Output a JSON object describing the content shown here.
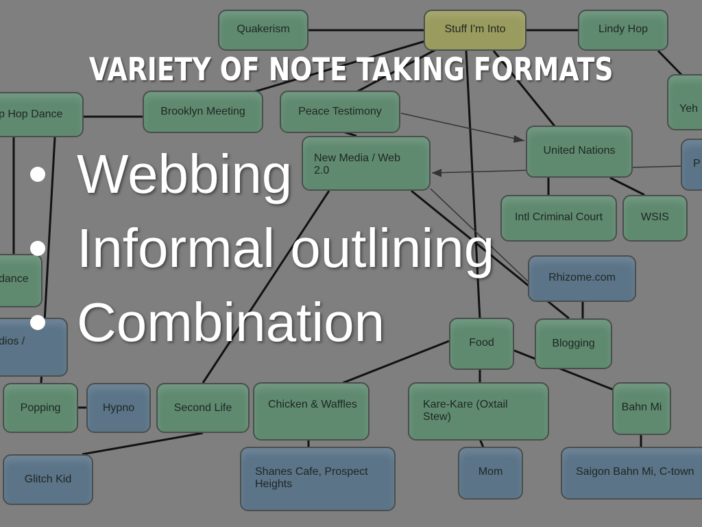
{
  "slide": {
    "title": "VARIETY OF NOTE TAKING FORMATS",
    "bullets": [
      "Webbing",
      "Informal outlining",
      "Combination"
    ]
  },
  "mindmap": {
    "nodes": {
      "quakerism": "Quakerism",
      "stuff": "Stuff I'm Into",
      "lindy": "Lindy Hop",
      "yeh": "Yeh",
      "brooklyn": "Brooklyn Meeting",
      "peace": "Peace Testimony",
      "un": "United Nations",
      "p": "P",
      "hiphop": "p Hop Dance",
      "newmedia": "New Media / Web 2.0",
      "icc": "Intl Criminal Court",
      "wsis": "WSIS",
      "secondlife": "Second Life",
      "blogging": "Blogging",
      "dance": "dance",
      "popping": "Popping",
      "rhizome": "Rhizome.com",
      "studios": "dios /",
      "hypno": "Hypno",
      "glitch": "Glitch Kid",
      "food": "Food",
      "chicken": "Chicken & Waffles",
      "karekare": "Kare-Kare (Oxtail Stew)",
      "bahnmi": "Bahn Mi",
      "shanes": "Shanes Cafe, Prospect Heights",
      "mom": "Mom",
      "saigon": "Saigon Bahn Mi, C-town"
    }
  }
}
